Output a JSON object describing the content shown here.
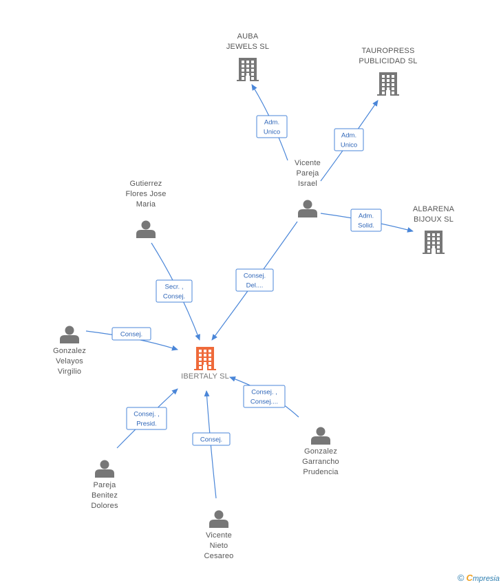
{
  "colors": {
    "edge": "#4a86d8",
    "person": "#777777",
    "company": "#777777",
    "focus": "#ef6a3a"
  },
  "nodes": [
    {
      "id": "ibertaly",
      "kind": "company",
      "focus": true,
      "lines": [
        "IBERTALY SL"
      ],
      "icon": "building-icon"
    },
    {
      "id": "auba",
      "kind": "company",
      "lines": [
        "AUBA",
        "JEWELS SL"
      ],
      "icon": "building-icon"
    },
    {
      "id": "tauropress",
      "kind": "company",
      "lines": [
        "TAUROPRESS",
        "PUBLICIDAD SL"
      ],
      "icon": "building-icon"
    },
    {
      "id": "albarena",
      "kind": "company",
      "lines": [
        "ALBARENA",
        "BIJOUX SL"
      ],
      "icon": "building-icon"
    },
    {
      "id": "vicente_pareja",
      "kind": "person",
      "lines": [
        "Vicente",
        "Pareja",
        "Israel"
      ],
      "icon": "person-icon"
    },
    {
      "id": "gutierrez",
      "kind": "person",
      "lines": [
        "Gutierrez",
        "Flores Jose",
        "Maria"
      ],
      "icon": "person-icon"
    },
    {
      "id": "gonzalez_velayos",
      "kind": "person",
      "lines": [
        "Gonzalez",
        "Velayos",
        "Virgilio"
      ],
      "icon": "person-icon"
    },
    {
      "id": "pareja_benitez",
      "kind": "person",
      "lines": [
        "Pareja",
        "Benitez",
        "Dolores"
      ],
      "icon": "person-icon"
    },
    {
      "id": "vicente_nieto",
      "kind": "person",
      "lines": [
        "Vicente",
        "Nieto",
        "Cesareo"
      ],
      "icon": "person-icon"
    },
    {
      "id": "gonzalez_garrancho",
      "kind": "person",
      "lines": [
        "Gonzalez",
        "Garrancho",
        "Prudencia"
      ],
      "icon": "person-icon"
    }
  ],
  "edges": [
    {
      "id": "e_vp_auba",
      "from": "vicente_pareja",
      "to": "auba",
      "lines": [
        "Adm.",
        "Unico"
      ]
    },
    {
      "id": "e_vp_tauro",
      "from": "vicente_pareja",
      "to": "tauropress",
      "lines": [
        "Adm.",
        "Unico"
      ]
    },
    {
      "id": "e_vp_alba",
      "from": "vicente_pareja",
      "to": "albarena",
      "lines": [
        "Adm.",
        "Solid."
      ]
    },
    {
      "id": "e_vp_iber",
      "from": "vicente_pareja",
      "to": "ibertaly",
      "lines": [
        "Consej.",
        "Del...."
      ]
    },
    {
      "id": "e_gut_iber",
      "from": "gutierrez",
      "to": "ibertaly",
      "lines": [
        "Secr. ,",
        "Consej."
      ]
    },
    {
      "id": "e_gv_iber",
      "from": "gonzalez_velayos",
      "to": "ibertaly",
      "lines": [
        "Consej."
      ]
    },
    {
      "id": "e_pb_iber",
      "from": "pareja_benitez",
      "to": "ibertaly",
      "lines": [
        "Consej. ,",
        "Presid."
      ]
    },
    {
      "id": "e_vn_iber",
      "from": "vicente_nieto",
      "to": "ibertaly",
      "lines": [
        "Consej."
      ]
    },
    {
      "id": "e_gg_iber",
      "from": "gonzalez_garrancho",
      "to": "ibertaly",
      "lines": [
        "Consej. ,",
        "Consej...."
      ]
    }
  ],
  "footer": {
    "copyright_symbol": "©",
    "brand_initial": "C",
    "brand_rest": "mpresia"
  }
}
